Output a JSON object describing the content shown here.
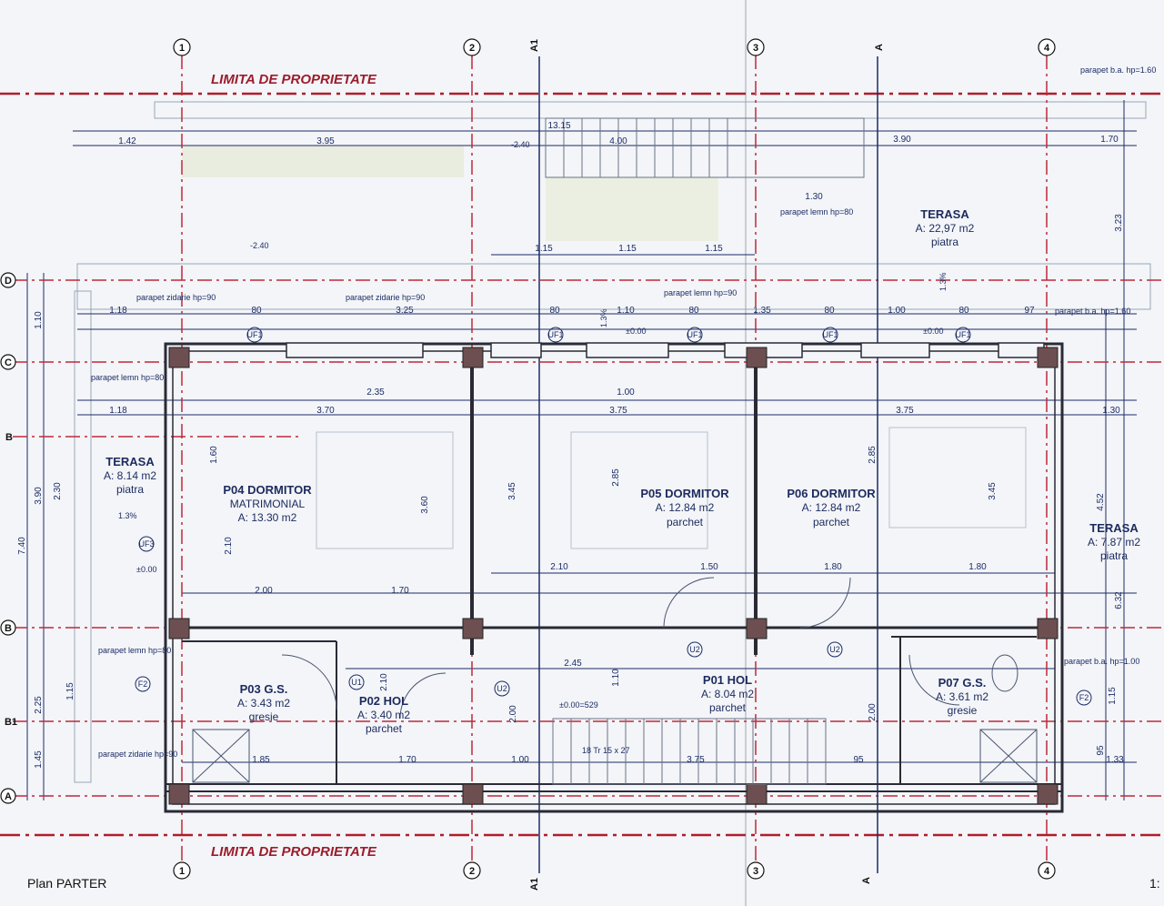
{
  "property_limit": "LIMITA DE PROPRIETATE",
  "plan_title": "Plan PARTER",
  "scale_label": "1:",
  "grid_columns": [
    "1",
    "2",
    "3",
    "4"
  ],
  "grid_rows": [
    "D",
    "C",
    "B",
    "B",
    "B1",
    "A"
  ],
  "section_marks": [
    "A1",
    "A"
  ],
  "rooms": [
    {
      "lines": [
        "TERASA",
        "A: 8.14 m2",
        "piatra"
      ]
    },
    {
      "lines": [
        "P04 DORMITOR",
        "MATRIMONIAL",
        "A: 13.30 m2"
      ]
    },
    {
      "lines": [
        "P05 DORMITOR",
        "A: 12.84 m2",
        "parchet"
      ]
    },
    {
      "lines": [
        "P06 DORMITOR",
        "A: 12.84 m2",
        "parchet"
      ]
    },
    {
      "lines": [
        "TERASA",
        "A: 22,97 m2",
        "piatra"
      ]
    },
    {
      "lines": [
        "TERASA",
        "A: 7.87 m2",
        "piatra"
      ]
    },
    {
      "lines": [
        "P03 G.S.",
        "A: 3.43 m2",
        "gresie"
      ]
    },
    {
      "lines": [
        "P02 HOL",
        "A: 3.40 m2",
        "parchet"
      ]
    },
    {
      "lines": [
        "P01 HOL",
        "A: 8.04 m2",
        "parchet"
      ]
    },
    {
      "lines": [
        "P07 G.S.",
        "A: 3.61 m2",
        "gresie"
      ]
    }
  ],
  "notes": [
    "parapet b.a. hp=1.60",
    "parapet lemn hp=80",
    "parapet zidarie hp=90",
    "parapet zidarie hp=90",
    "parapet lemn hp=90",
    "parapet lemn hp=80",
    "parapet b.a. hp=1.60",
    "parapet lemn hp=80",
    "parapet zidarie hp=90",
    "parapet b.a. hp=1.00"
  ],
  "levels": [
    "-2.40",
    "-2.40",
    "±0.00",
    "±0.00",
    "±0.00",
    "±0.00=529"
  ],
  "slopes": [
    "1.3%",
    "1.3%",
    "1.3%"
  ],
  "top_dims": [
    "1.42",
    "3.95",
    "13.15",
    "4.00",
    "3.90",
    "1.70",
    "1.30",
    "1.15",
    "1.15",
    "1.15"
  ],
  "row_dims": [
    "1.18",
    "80",
    "3.25",
    "80",
    "1.10",
    "80",
    "1.35",
    "80",
    "1.00",
    "80",
    "97"
  ],
  "mid_dims": [
    "1.18",
    "3.70",
    "3.75",
    "3.75",
    "1.30",
    "2.35",
    "1.00"
  ],
  "lower_dims": [
    "2.00",
    "1.70",
    "2.10",
    "1.50",
    "1.80",
    "1.80",
    "2.45",
    "1.85",
    "1.70",
    "1.00",
    "3.75",
    "95",
    "1.33"
  ],
  "left_dims": [
    "1.10",
    "7.40",
    "3.90",
    "2.30",
    "2.25",
    "1.45",
    "1.15"
  ],
  "right_dims": [
    "3.23",
    "4.52",
    "6.32",
    "1.15",
    "95"
  ],
  "interior_dims": [
    "1.60",
    "2.10",
    "3.60",
    "3.45",
    "2.85",
    "2.85",
    "3.45",
    "2.10",
    "1.10",
    "2.00",
    "2.00"
  ],
  "stair_note": "18 Tr 15 x 27",
  "doors": [
    "UF1",
    "UF1",
    "UF1",
    "UF1",
    "UF1",
    "U2",
    "U2",
    "U1",
    "U2",
    "F2",
    "F2",
    "UF3"
  ]
}
